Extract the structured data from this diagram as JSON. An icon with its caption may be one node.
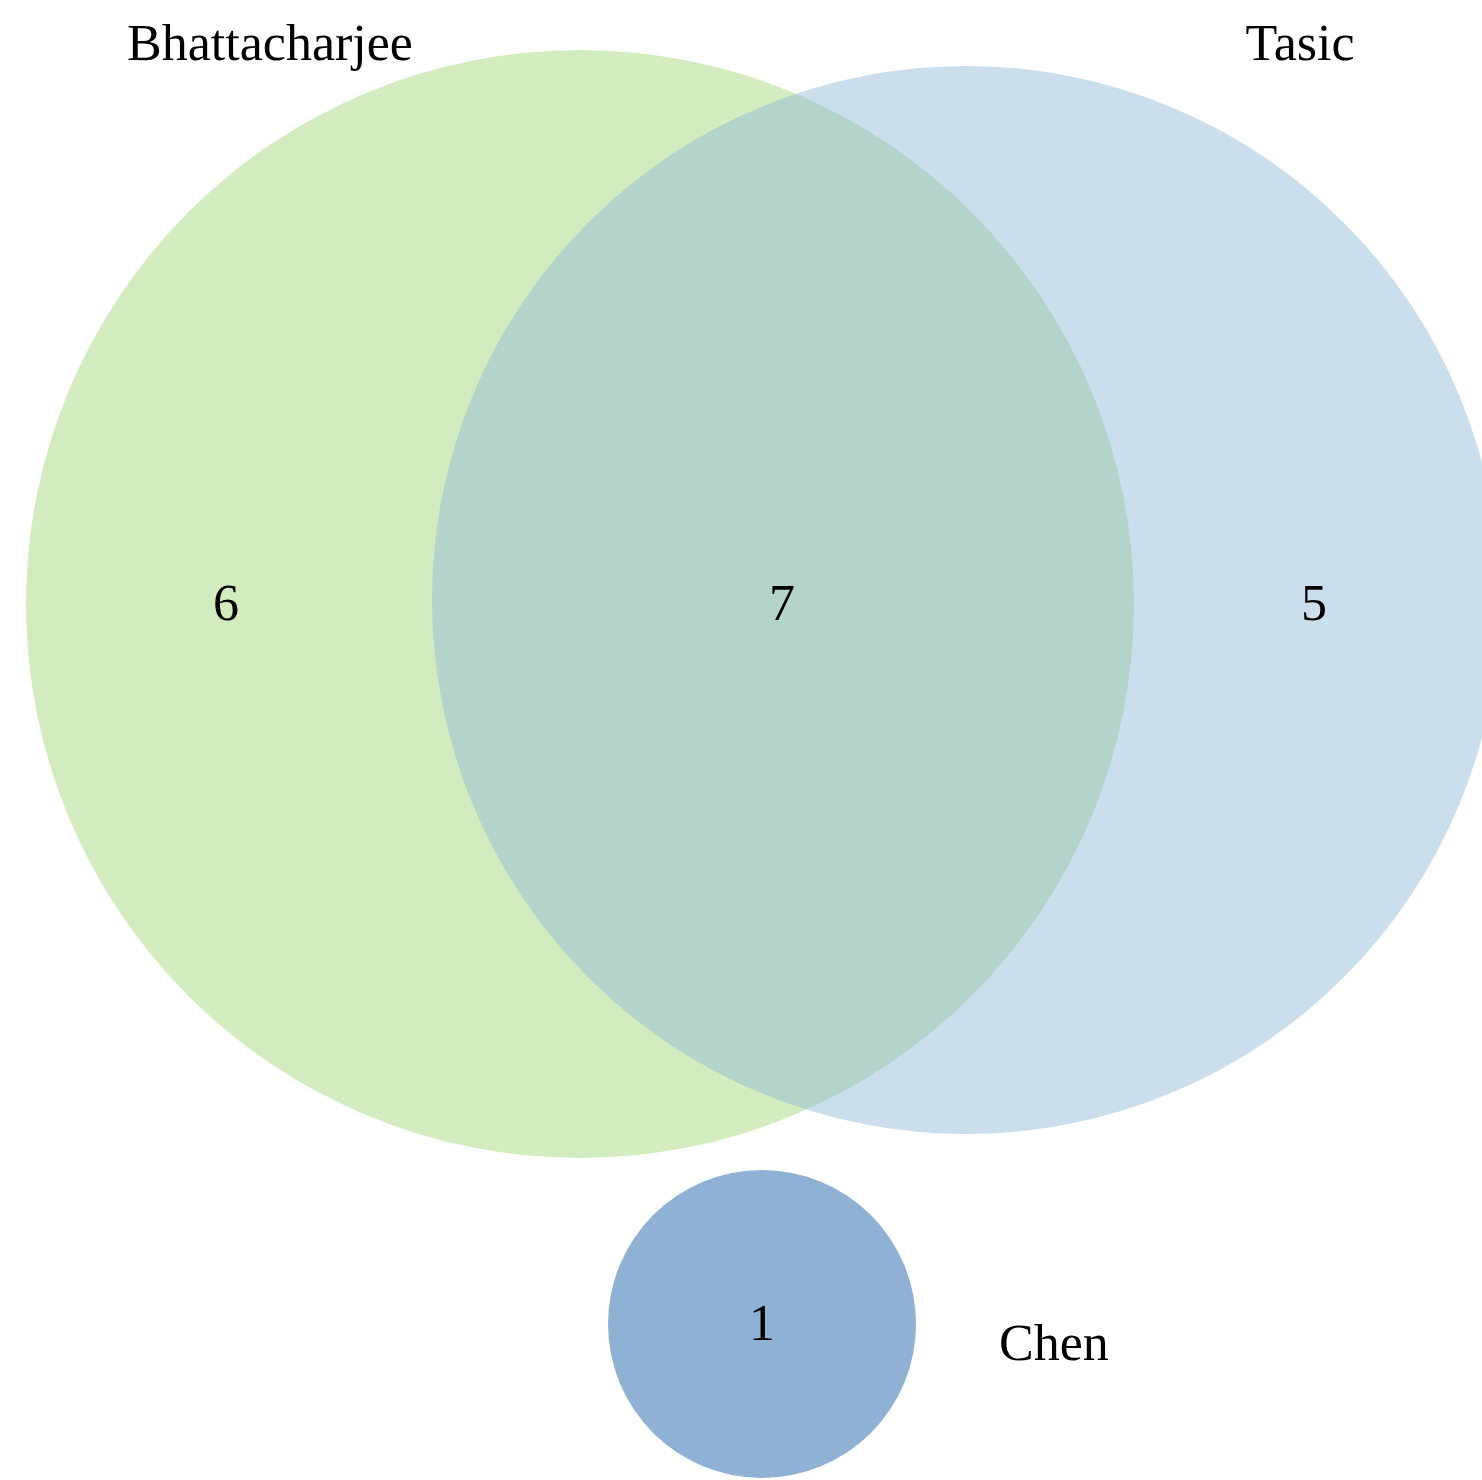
{
  "diagram": {
    "nodes": [
      {
        "text": [
          "Bhattacharjee",
          "6"
        ]
      },
      {
        "text": [
          "Tasic",
          "5"
        ]
      },
      {
        "text": [
          "Chen",
          "1"
        ]
      }
    ],
    "edges": [],
    "labels": [
      "7"
    ]
  }
}
